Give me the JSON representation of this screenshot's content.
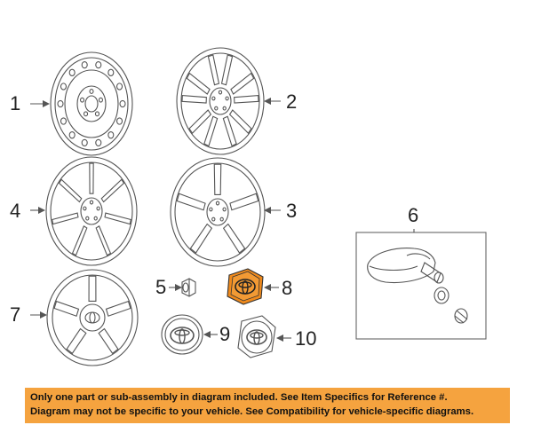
{
  "callouts": {
    "c1": "1",
    "c2": "2",
    "c3": "3",
    "c4": "4",
    "c5": "5",
    "c6": "6",
    "c7": "7",
    "c8": "8",
    "c9": "9",
    "c10": "10"
  },
  "parts": [
    {
      "number": "1",
      "kind": "steel wheel"
    },
    {
      "number": "2",
      "kind": "alloy wheel, 5 double spokes"
    },
    {
      "number": "3",
      "kind": "alloy wheel, 5 split spokes"
    },
    {
      "number": "4",
      "kind": "alloy wheel, 7 spokes"
    },
    {
      "number": "5",
      "kind": "lug nut"
    },
    {
      "number": "6",
      "kind": "TPMS sensor assembly"
    },
    {
      "number": "7",
      "kind": "wheel with hubcap"
    },
    {
      "number": "8",
      "kind": "center cap"
    },
    {
      "number": "9",
      "kind": "center cap, round"
    },
    {
      "number": "10",
      "kind": "center cap, pentagonal"
    }
  ],
  "highlight_part": "8",
  "colors": {
    "line": "#555555",
    "highlight": "#f08a1c",
    "banner_bg": "#f5a33f",
    "banner_text": "#111111"
  },
  "banner": {
    "line1": "Only one part or sub-assembly in diagram included. See Item Specifics for Reference #.",
    "line2": "Diagram may not be specific to your vehicle. See Compatibility for vehicle-specific diagrams."
  }
}
